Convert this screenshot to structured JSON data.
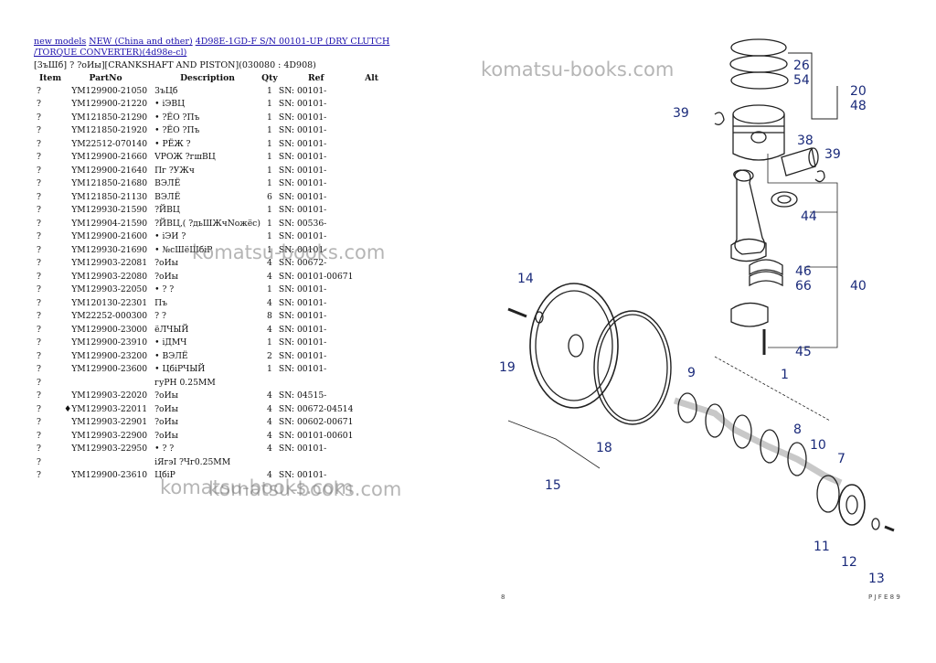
{
  "breadcrumb": {
    "root": "new models",
    "category": "NEW (China and other)",
    "model": "4D98E-1GD-F S/N 00101-UP (DRY CLUTCH /TORQUE CONVERTER)(4d98e-cl)"
  },
  "subtitle": "[3ъШб] ? ?оИы][CRANKSHAFT AND PISTON](030080 : 4D908)",
  "columns": [
    "Item",
    "PartNo",
    "Description",
    "Qty",
    "Ref",
    "Alt"
  ],
  "rows": [
    {
      "item": "?",
      "part": "YM129900-21050",
      "desc": "3ъЦб",
      "qty": "1",
      "ref": "SN: 00101-"
    },
    {
      "item": "?",
      "part": "YM129900-21220",
      "desc": "• іЭВЦ",
      "qty": "1",
      "ref": "SN: 00101-"
    },
    {
      "item": "?",
      "part": "YM121850-21290",
      "desc": "• ?ЁО ?Пъ",
      "qty": "1",
      "ref": "SN: 00101-"
    },
    {
      "item": "?",
      "part": "YM121850-21920",
      "desc": "• ?ЁО ?Пъ",
      "qty": "1",
      "ref": "SN: 00101-"
    },
    {
      "item": "?",
      "part": "YM22512-070140",
      "desc": "• РЁЖ ?",
      "qty": "1",
      "ref": "SN: 00101-"
    },
    {
      "item": "?",
      "part": "YM129900-21660",
      "desc": "VРОЖ ?гшВЦ",
      "qty": "1",
      "ref": "SN: 00101-"
    },
    {
      "item": "?",
      "part": "YM129900-21640",
      "desc": "Пг ?УЖч",
      "qty": "1",
      "ref": "SN: 00101-"
    },
    {
      "item": "?",
      "part": "YM121850-21680",
      "desc": "ВЭЛЁ",
      "qty": "1",
      "ref": "SN: 00101-"
    },
    {
      "item": "?",
      "part": "YM121850-21130",
      "desc": "ВЭЛЁ",
      "qty": "6",
      "ref": "SN: 00101-"
    },
    {
      "item": "?",
      "part": "YM129930-21590",
      "desc": "?ЙВЦ",
      "qty": "1",
      "ref": "SN: 00101-"
    },
    {
      "item": "?",
      "part": "YM129904-21590",
      "desc": "?ЙВЦ,( ?дьШЖчNожёс)",
      "qty": "1",
      "ref": "SN: 00536-"
    },
    {
      "item": "?",
      "part": "YM129900-21600",
      "desc": "• іЭИ ?",
      "qty": "1",
      "ref": "SN: 00101-"
    },
    {
      "item": "?",
      "part": "YM129930-21690",
      "desc": "• №сШёШбiР",
      "qty": "1",
      "ref": "SN: 00101-"
    },
    {
      "item": "?",
      "part": "YM129903-22081",
      "desc": "?оИы",
      "qty": "4",
      "ref": "SN: 00672-"
    },
    {
      "item": "?",
      "part": "YM129903-22080",
      "desc": "?оИы",
      "qty": "4",
      "ref": "SN: 00101-00671"
    },
    {
      "item": "?",
      "part": "YM129903-22050",
      "desc": "• ? ?",
      "qty": "1",
      "ref": "SN: 00101-"
    },
    {
      "item": "?",
      "part": "YM120130-22301",
      "desc": "Пъ",
      "qty": "4",
      "ref": "SN: 00101-"
    },
    {
      "item": "?",
      "part": "YM22252-000300",
      "desc": "? ?",
      "qty": "8",
      "ref": "SN: 00101-"
    },
    {
      "item": "?",
      "part": "YM129900-23000",
      "desc": "ёЛЧЫЙ",
      "qty": "4",
      "ref": "SN: 00101-"
    },
    {
      "item": "?",
      "part": "YM129900-23910",
      "desc": "• іДМЧ",
      "qty": "1",
      "ref": "SN: 00101-"
    },
    {
      "item": "?",
      "part": "YM129900-23200",
      "desc": "• ВЭЛЁ",
      "qty": "2",
      "ref": "SN: 00101-"
    },
    {
      "item": "?",
      "part": "YM129900-23600",
      "desc": "• ЦбiРЧЫЙ",
      "qty": "1",
      "ref": "SN: 00101-"
    },
    {
      "item": "?",
      "part": "",
      "desc": "гуРН 0.25ММ",
      "qty": "",
      "ref": ""
    },
    {
      "item": "?",
      "part": "YM129903-22020",
      "desc": "?оИы",
      "qty": "4",
      "ref": "SN: 04515-"
    },
    {
      "item": "?",
      "part": "♦YM129903-22011",
      "desc": "?оИы",
      "qty": "4",
      "ref": "SN: 00672-04514"
    },
    {
      "item": "?",
      "part": "YM129903-22901",
      "desc": "?оИы",
      "qty": "4",
      "ref": "SN: 00602-00671"
    },
    {
      "item": "?",
      "part": "YM129903-22900",
      "desc": "?оИы",
      "qty": "4",
      "ref": "SN: 00101-00601"
    },
    {
      "item": "?",
      "part": "YM129903-22950",
      "desc": "• ? ?",
      "qty": "4",
      "ref": "SN: 00101-"
    },
    {
      "item": "?",
      "part": "",
      "desc": "іЯгэІ ?Чг0.25ММ",
      "qty": "",
      "ref": ""
    },
    {
      "item": "?",
      "part": "YM129900-23610",
      "desc": "ЦбiР",
      "qty": "4",
      "ref": "SN: 00101-"
    }
  ],
  "watermark": "komatsu-books.com",
  "diagram": {
    "page_left": "8",
    "page_right": "P J F E 8 9",
    "callouts": [
      "26",
      "54",
      "20",
      "48",
      "39",
      "38",
      "39",
      "44",
      "46",
      "66",
      "40",
      "45",
      "14",
      "19",
      "9",
      "1",
      "8",
      "10",
      "7",
      "18",
      "15",
      "11",
      "12",
      "13"
    ]
  },
  "colors": {
    "link": "#1a0dab",
    "callout": "#1a2a7a",
    "watermark": "#787878"
  }
}
